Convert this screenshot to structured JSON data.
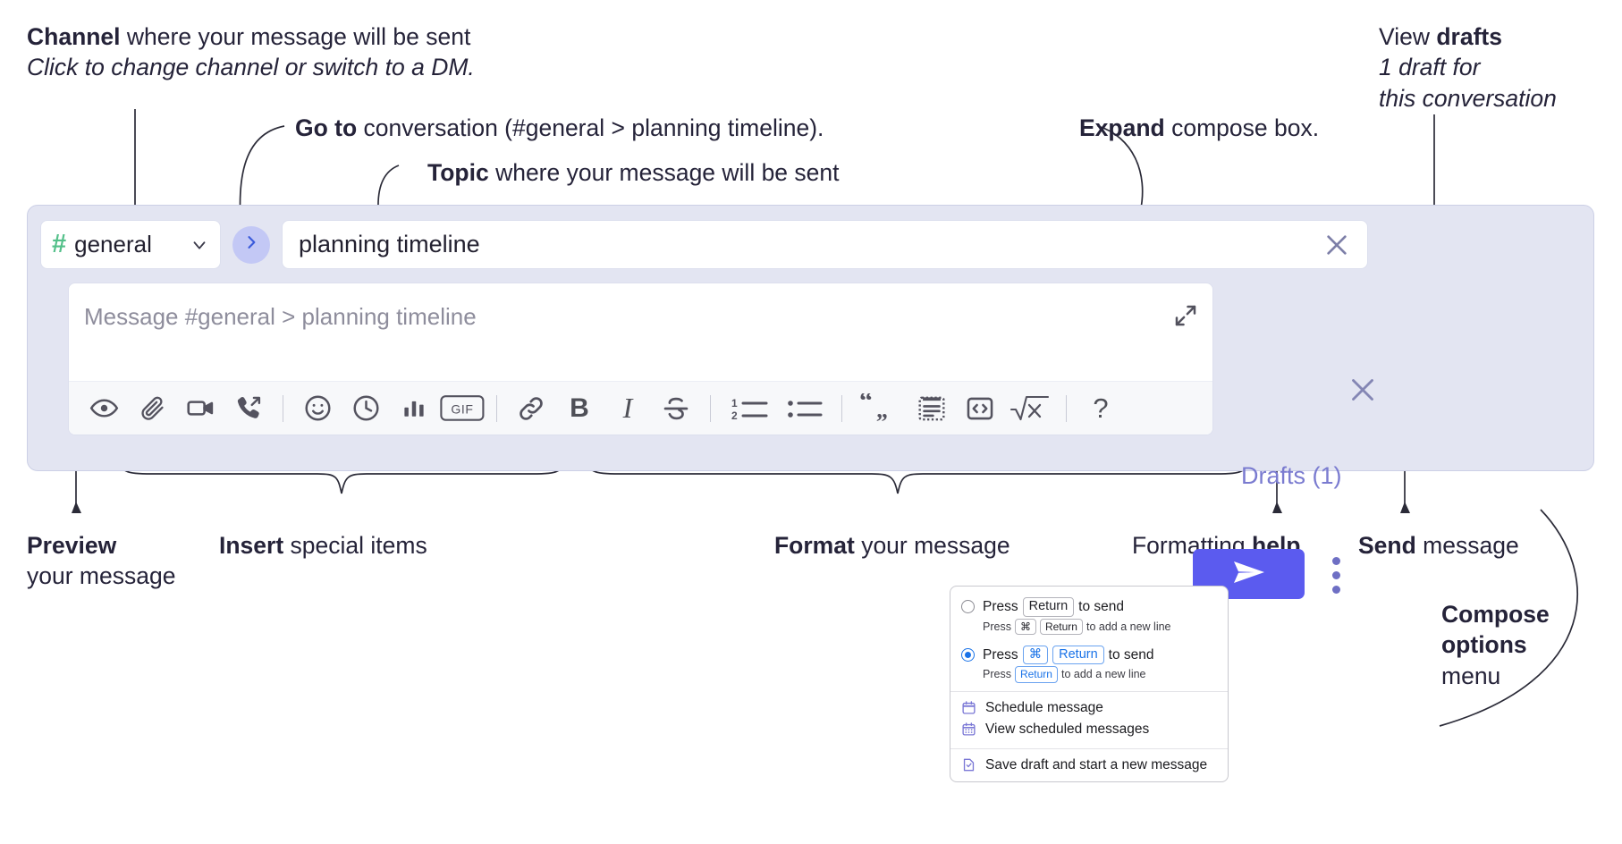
{
  "annotations": {
    "channel": {
      "bold": "Channel",
      "rest": " where your message will be sent",
      "italic": "Click to change channel or switch to a DM."
    },
    "goto": {
      "bold": "Go to",
      "rest": " conversation (#general > planning timeline)."
    },
    "topic": {
      "bold": "Topic",
      "rest": " where your message will be sent"
    },
    "expand": {
      "bold": "Expand",
      "rest": " compose box."
    },
    "drafts": {
      "pre": "View ",
      "bold": "drafts",
      "italic1": "1 draft for",
      "italic2": "this conversation"
    },
    "preview": {
      "bold": "Preview",
      "line2": "your message"
    },
    "insert": {
      "bold": "Insert",
      "rest": " special items"
    },
    "format": {
      "bold": "Format",
      "rest": " your message"
    },
    "help": {
      "pre": "Formatting ",
      "bold": "help"
    },
    "send": {
      "bold": "Send",
      "rest": " message"
    },
    "compose_options": {
      "bold1": "Compose",
      "bold2": "options",
      "rest": "menu"
    }
  },
  "compose": {
    "channel": {
      "hash": "#",
      "name": "general",
      "caret_icon": "chevron-down-icon"
    },
    "goto_button": {
      "icon": "chevron-right-icon"
    },
    "topic": {
      "value": "planning timeline",
      "clear_icon": "close-icon"
    },
    "message": {
      "placeholder": "Message #general > planning timeline",
      "value": "",
      "expand_icon": "expand-icon"
    },
    "drafts_label": "Drafts (1)",
    "send_button": {
      "icon": "paper-plane-icon"
    },
    "overflow_icon": "kebab-menu-icon",
    "close_icon": "close-icon",
    "toolbar": [
      {
        "name": "preview-icon",
        "kind": "icon",
        "label": "Preview"
      },
      {
        "name": "attachment-icon",
        "kind": "icon",
        "label": "Attach file"
      },
      {
        "name": "video-camera-icon",
        "kind": "icon",
        "label": "Video"
      },
      {
        "name": "phone-forward-icon",
        "kind": "icon",
        "label": "Call"
      },
      {
        "name": "separator",
        "kind": "sep",
        "label": ""
      },
      {
        "name": "emoji-icon",
        "kind": "icon",
        "label": "Emoji"
      },
      {
        "name": "clock-icon",
        "kind": "icon",
        "label": "Reminder"
      },
      {
        "name": "poll-icon",
        "kind": "icon",
        "label": "Poll"
      },
      {
        "name": "gif-icon",
        "kind": "icon",
        "label": "GIF"
      },
      {
        "name": "separator",
        "kind": "sep",
        "label": ""
      },
      {
        "name": "link-icon",
        "kind": "icon",
        "label": "Link"
      },
      {
        "name": "bold-icon",
        "kind": "text",
        "label": "B"
      },
      {
        "name": "italic-icon",
        "kind": "ital",
        "label": "I"
      },
      {
        "name": "strikethrough-icon",
        "kind": "icon",
        "label": "Strikethrough"
      },
      {
        "name": "separator",
        "kind": "sep",
        "label": ""
      },
      {
        "name": "ordered-list-icon",
        "kind": "icon",
        "label": "Numbered list"
      },
      {
        "name": "bullet-list-icon",
        "kind": "icon",
        "label": "Bulleted list"
      },
      {
        "name": "separator",
        "kind": "sep",
        "label": ""
      },
      {
        "name": "blockquote-icon",
        "kind": "icon",
        "label": "Blockquote"
      },
      {
        "name": "code-block-icon",
        "kind": "icon",
        "label": "Code block"
      },
      {
        "name": "inline-code-icon",
        "kind": "icon",
        "label": "Code"
      },
      {
        "name": "math-icon",
        "kind": "icon",
        "label": "Math"
      },
      {
        "name": "separator",
        "kind": "sep",
        "label": ""
      },
      {
        "name": "help-icon",
        "kind": "text",
        "label": "?"
      }
    ]
  },
  "popup": {
    "option1": {
      "selected": false,
      "main": [
        "Press",
        "Return",
        "to send"
      ],
      "sub": [
        "Press",
        "⌘",
        "Return",
        "to add a new line"
      ]
    },
    "option2": {
      "selected": true,
      "main": [
        "Press",
        "⌘",
        "Return",
        "to send"
      ],
      "sub": [
        "Press",
        "Return",
        "to add a new line"
      ]
    },
    "items": [
      {
        "icon": "calendar-icon",
        "label": "Schedule message"
      },
      {
        "icon": "calendar-grid-icon",
        "label": "View scheduled messages"
      },
      {
        "icon": "save-draft-icon",
        "label": "Save draft and start a new message"
      }
    ]
  },
  "colors": {
    "brand_send": "#5b5bef",
    "channel_hash": "#54c08a",
    "drafts_text": "#7a7bd0",
    "compose_bg": "#e3e5f2",
    "radio_blue": "#1a73e8",
    "menu_icon_purple": "#7b78d6"
  }
}
